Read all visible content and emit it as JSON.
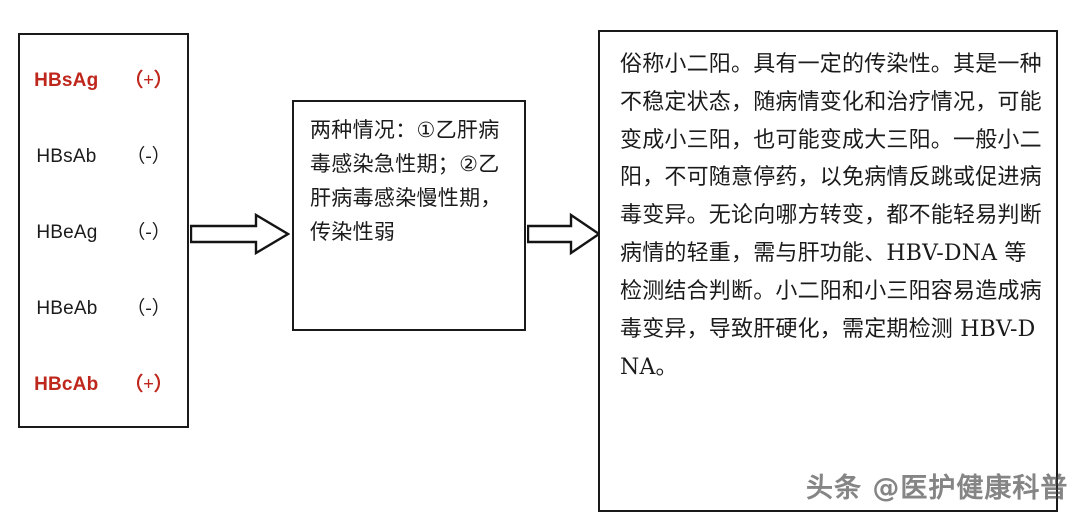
{
  "diagram": {
    "title": "HBV serology pattern interpretation flow",
    "accent_red": "#bf261c",
    "line_color": "#1a1a1a"
  },
  "marker_panel": {
    "name": "hbv-marker-panel",
    "rows": [
      {
        "marker": "HBsAg",
        "result": "（+）",
        "positive": true
      },
      {
        "marker": "HBsAb",
        "result": "（-）",
        "positive": false
      },
      {
        "marker": "HBeAg",
        "result": "（-）",
        "positive": false
      },
      {
        "marker": "HBeAb",
        "result": "（-）",
        "positive": false
      },
      {
        "marker": "HBcAb",
        "result": "（+）",
        "positive": true
      }
    ]
  },
  "condition_box": {
    "text": "两种情况：①乙肝病毒感染急性期；②乙肝病毒感染慢性期，传染性弱"
  },
  "explanation_box": {
    "text": "俗称小二阳。具有一定的传染性。其是一种不稳定状态，随病情变化和治疗情况，可能变成小三阳，也可能变成大三阳。一般小二阳，不可随意停药，以免病情反跳或促进病毒变异。无论向哪方转变，都不能轻易判断病情的轻重，需与肝功能、HBV-DNA 等检测结合判断。小二阳和小三阳容易造成病毒变异，导致肝硬化，需定期检测 HBV-DNA。"
  },
  "arrows": [
    {
      "name": "arrow-panel-to-condition",
      "direction": "right"
    },
    {
      "name": "arrow-condition-to-explanation",
      "direction": "right"
    }
  ],
  "watermark": {
    "text": "头条 @医护健康科普"
  }
}
